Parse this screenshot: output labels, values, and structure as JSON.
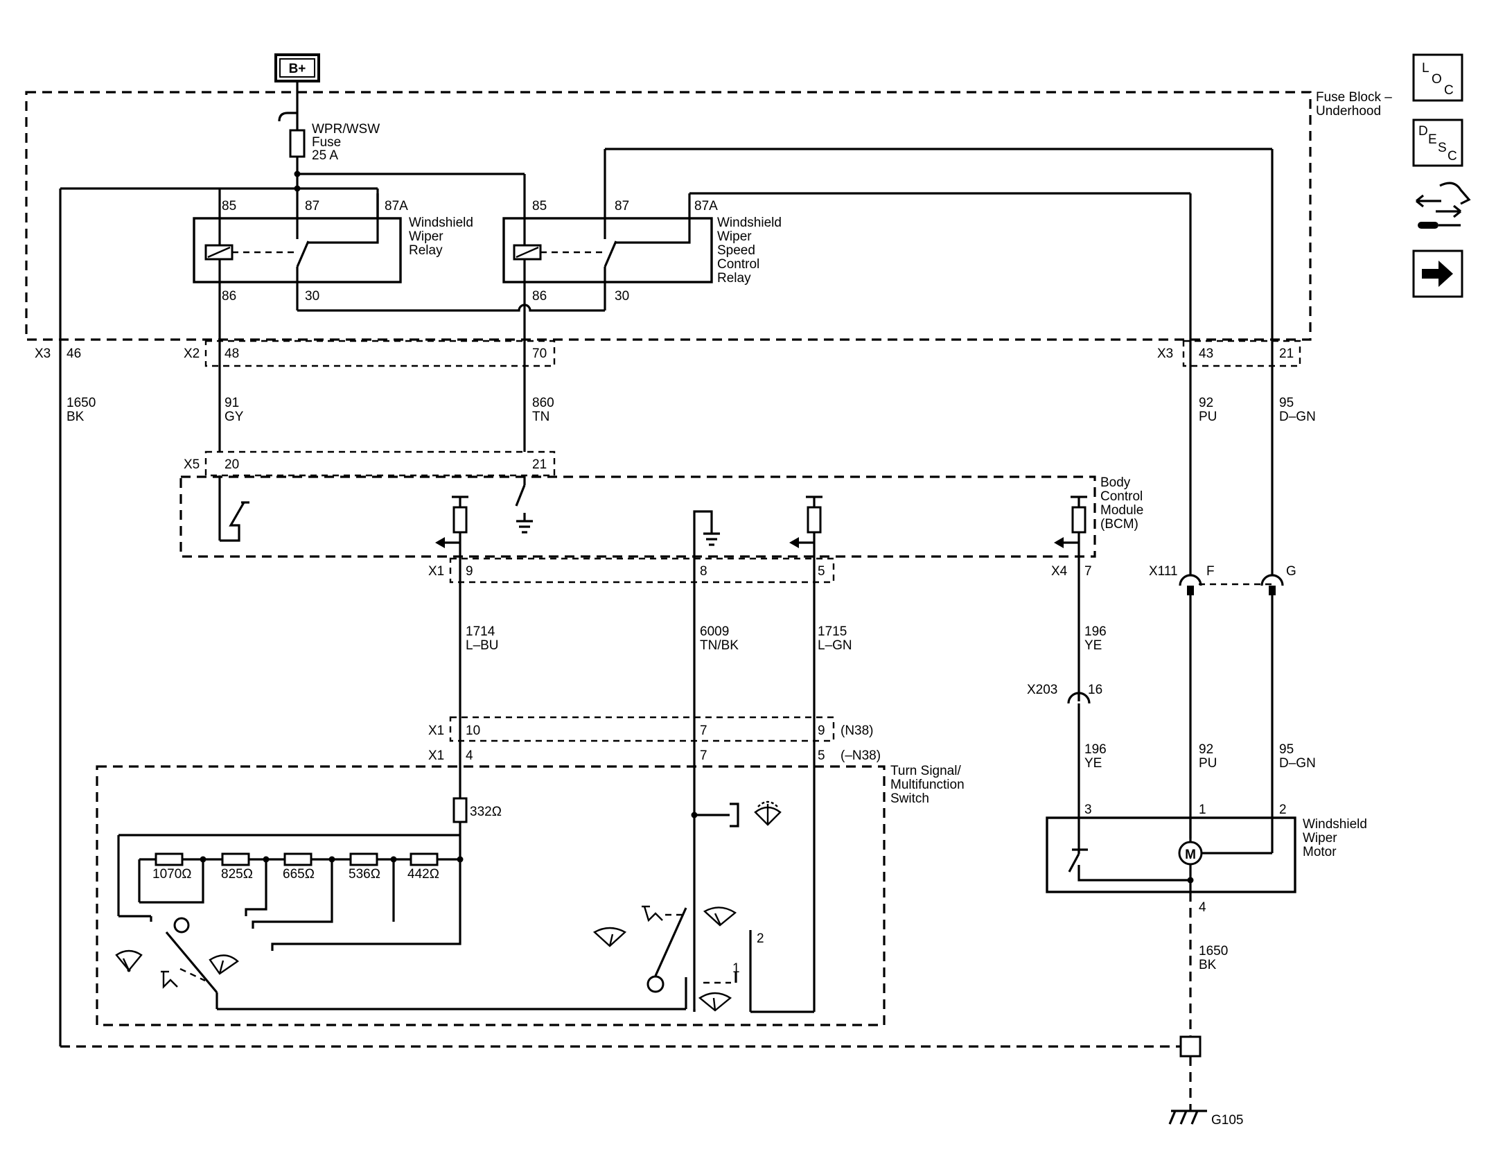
{
  "battery": "B+",
  "fuse": {
    "name": "WPR/WSW",
    "word": "Fuse",
    "rating": "25 A"
  },
  "fuse_block": {
    "line1": "Fuse Block –",
    "line2": "Underhood"
  },
  "relay1": {
    "line1": "Windshield",
    "line2": "Wiper",
    "line3": "Relay",
    "pins": {
      "p85": "85",
      "p87": "87",
      "p87a": "87A",
      "p86": "86",
      "p30": "30"
    }
  },
  "relay2": {
    "line1": "Windshield",
    "line2": "Wiper",
    "line3": "Speed",
    "line4": "Control",
    "line5": "Relay",
    "pins": {
      "p85": "85",
      "p87": "87",
      "p87a": "87A",
      "p86": "86",
      "p30": "30"
    }
  },
  "connectors": {
    "x3_left": "X3",
    "x3_left_pin": "46",
    "x2": "X2",
    "x2_pin_a": "48",
    "x2_pin_b": "70",
    "x3_right": "X3",
    "x3_right_pin_a": "43",
    "x3_right_pin_b": "21",
    "x5": "X5",
    "x5_pin_a": "20",
    "x5_pin_b": "21",
    "x1_bcm": "X1",
    "x1_bcm_pin_a": "9",
    "x1_bcm_pin_b": "8",
    "x1_bcm_pin_c": "5",
    "x4": "X4",
    "x4_pin": "7",
    "x111": "X111",
    "x111_pin_a": "F",
    "x111_pin_b": "G",
    "x203": "X203",
    "x203_pin": "16",
    "x1_n38": "X1",
    "x1_n38_pin_a": "10",
    "x1_n38_pin_b": "7",
    "x1_n38_pin_c": "9",
    "n38_label": "(N38)",
    "x1_not_n38": "X1",
    "x1_not_n38_pin_a": "4",
    "x1_not_n38_pin_b": "7",
    "x1_not_n38_pin_c": "5",
    "not_n38_label": "(–N38)"
  },
  "wires": {
    "w1650a_circuit": "1650",
    "w1650a_color": "BK",
    "w91_circuit": "91",
    "w91_color": "GY",
    "w860_circuit": "860",
    "w860_color": "TN",
    "w92a_circuit": "92",
    "w92a_color": "PU",
    "w95a_circuit": "95",
    "w95a_color": "D–GN",
    "w1714_circuit": "1714",
    "w1714_color": "L–BU",
    "w6009_circuit": "6009",
    "w6009_color": "TN/BK",
    "w1715_circuit": "1715",
    "w1715_color": "L–GN",
    "w196a_circuit": "196",
    "w196a_color": "YE",
    "w196b_circuit": "196",
    "w196b_color": "YE",
    "w92b_circuit": "92",
    "w92b_color": "PU",
    "w95b_circuit": "95",
    "w95b_color": "D–GN",
    "w1650b_circuit": "1650",
    "w1650b_color": "BK"
  },
  "bcm": {
    "line1": "Body",
    "line2": "Control",
    "line3": "Module",
    "line4": "(BCM)"
  },
  "switch": {
    "line1": "Turn Signal/",
    "line2": "Multifunction",
    "line3": "Switch",
    "r332": "332Ω",
    "r1070": "1070Ω",
    "r825": "825Ω",
    "r665": "665Ω",
    "r536": "536Ω",
    "r442": "442Ω",
    "pos1": "1",
    "pos2": "2"
  },
  "motor": {
    "line1": "Windshield",
    "line2": "Wiper",
    "line3": "Motor",
    "symbol": "M",
    "pin3": "3",
    "pin1": "1",
    "pin2": "2",
    "pin4": "4"
  },
  "ground": "G105",
  "side_icons": [
    "loc-icon",
    "desc-icon",
    "connector-icon",
    "arrow-right-icon"
  ],
  "side_icon_text": {
    "loc_l": "L",
    "loc_o": "O",
    "loc_c": "C",
    "desc_d": "D",
    "desc_e": "E",
    "desc_s": "S",
    "desc_c": "C"
  }
}
